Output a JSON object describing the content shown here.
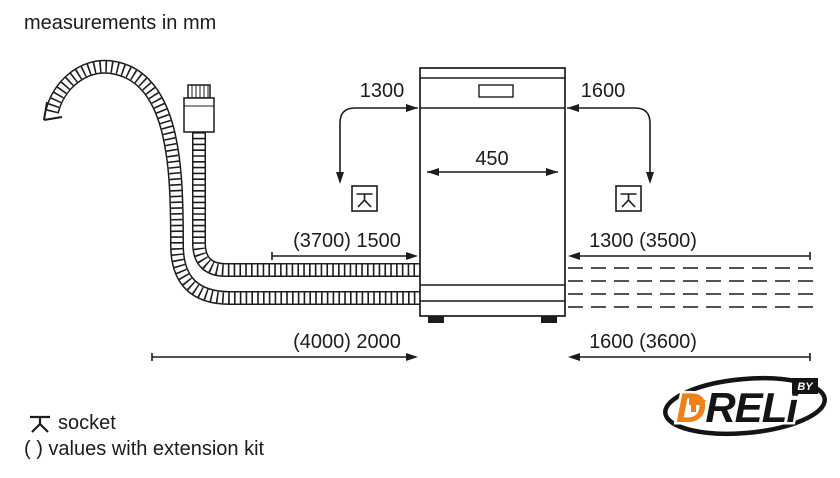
{
  "title": "measurements in mm",
  "colors": {
    "line": "#1c1c1c",
    "accent_orange": "#f08019"
  },
  "dimensions": {
    "left_socket_height": "1300",
    "right_socket_height": "1600",
    "appliance_width": "450",
    "supply_hose_length": "(3700) 1500",
    "right_upper_length": "1300 (3500)",
    "drain_hose_length": "(4000) 2000",
    "right_lower_length": "1600 (3600)"
  },
  "legend": {
    "socket_label": "socket",
    "extension_note": "( ) values with extension kit"
  },
  "icons": {
    "socket": "socket-icon",
    "drill": "drill-icon",
    "tap": "tap-connector-icon"
  },
  "logo": {
    "brand_first": "D",
    "brand_rest": "RELi",
    "by": "BY"
  }
}
